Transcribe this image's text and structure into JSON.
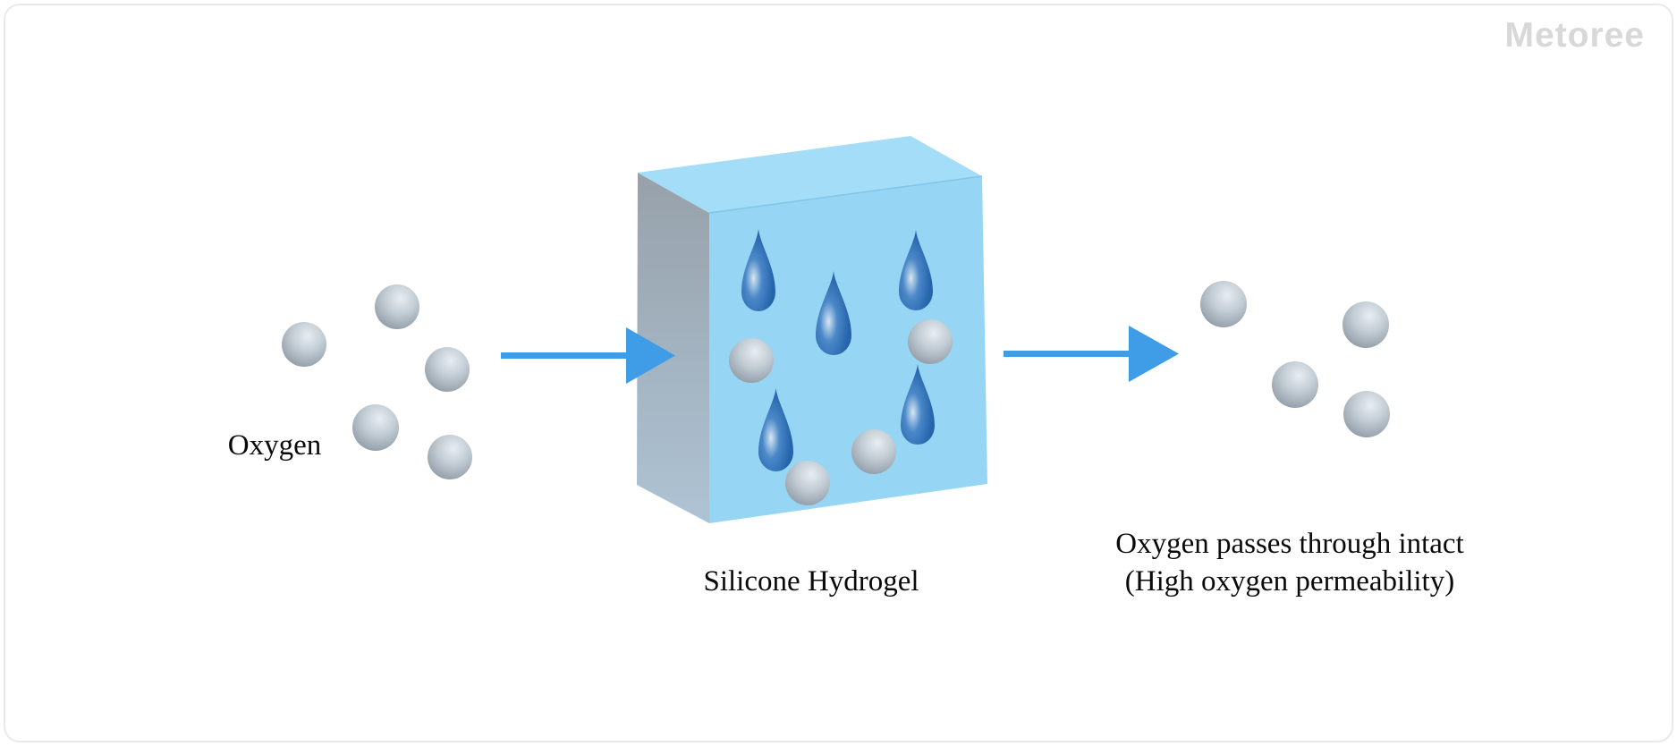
{
  "watermark": {
    "text": "Metoree",
    "color": "#d8d8d8"
  },
  "labels": {
    "oxygen": "Oxygen",
    "block": "Silicone Hydrogel",
    "result_line1": "Oxygen passes through intact",
    "result_line2": "(High oxygen permeability)"
  },
  "colors": {
    "arrow_blue": "#3f9ce7",
    "block_front": "#96d6f4",
    "block_top": "#a3ddf7",
    "block_top_edge": "#7fc6e9",
    "block_side_top": "#97a1aa",
    "block_side_bottom": "#aec3d4",
    "droplet_highlight": "#d6e6f2",
    "droplet_mid": "#4a88c8",
    "droplet_dark": "#2563ab",
    "sphere_highlight": "#e8eef2",
    "sphere_base": "#c2ccd4",
    "sphere_shadow": "#8a96a1",
    "card_border": "#e9e9e9",
    "label_text": "#0a0a0a"
  },
  "molecules": {
    "oxygen_left_count": 5,
    "oxygen_inside_block_count": 4,
    "oxygen_right_count": 4,
    "water_droplet_count": 5
  }
}
